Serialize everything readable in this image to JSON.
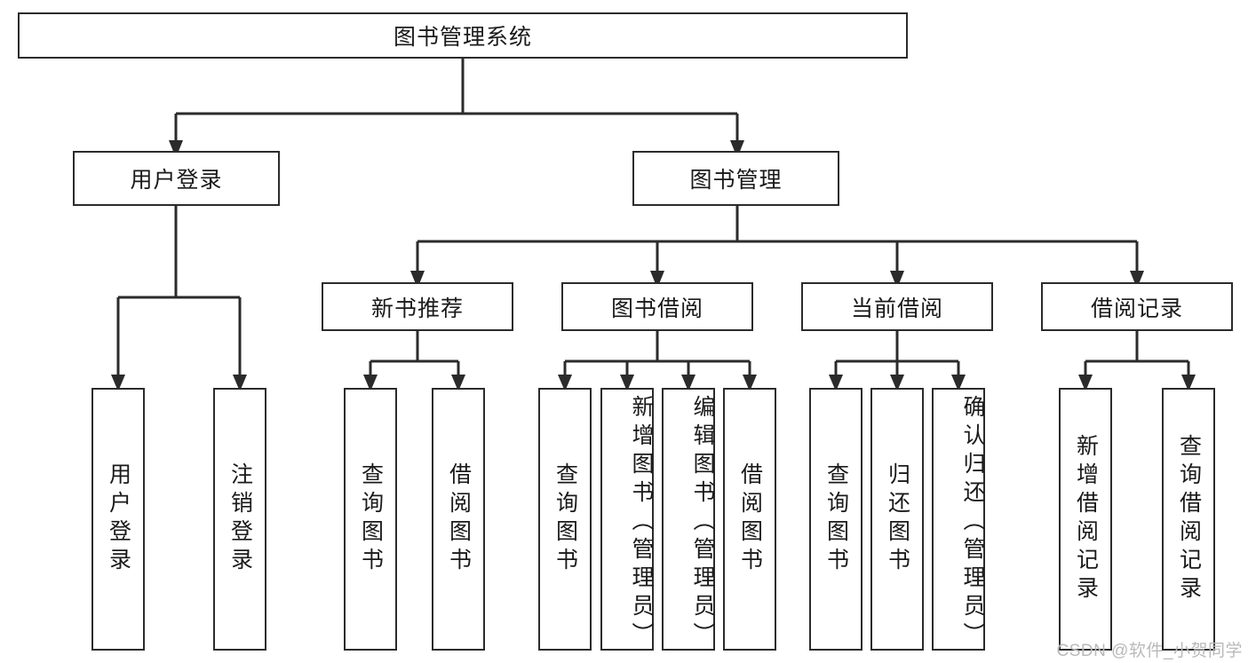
{
  "diagram": {
    "title": "图书管理系统",
    "type": "functional-decomposition-tree",
    "root": {
      "label": "图书管理系统"
    },
    "level1": [
      {
        "label": "用户登录"
      },
      {
        "label": "图书管理"
      }
    ],
    "level2": [
      {
        "label": "新书推荐"
      },
      {
        "label": "图书借阅"
      },
      {
        "label": "当前借阅"
      },
      {
        "label": "借阅记录"
      }
    ],
    "leaves": {
      "user_login": [
        {
          "label": "用户登录"
        },
        {
          "label": "注销登录"
        }
      ],
      "new_book_recommend": [
        {
          "label": "查询图书"
        },
        {
          "label": "借阅图书"
        }
      ],
      "book_borrow": [
        {
          "label": "查询图书"
        },
        {
          "label": "新增图书（管理员）"
        },
        {
          "label": "编辑图书（管理员）"
        },
        {
          "label": "借阅图书"
        }
      ],
      "current_borrow": [
        {
          "label": "查询图书"
        },
        {
          "label": "归还图书"
        },
        {
          "label": "确认归还（管理员）"
        }
      ],
      "borrow_record": [
        {
          "label": "新增借阅记录"
        },
        {
          "label": "查询借阅记录"
        }
      ]
    }
  },
  "watermark": {
    "text": "CSDN @软件_小贺同学"
  },
  "colors": {
    "stroke": "#2b2b2b",
    "background": "#ffffff",
    "text": "#1a1a1a",
    "watermark": "#b9b9b9"
  }
}
